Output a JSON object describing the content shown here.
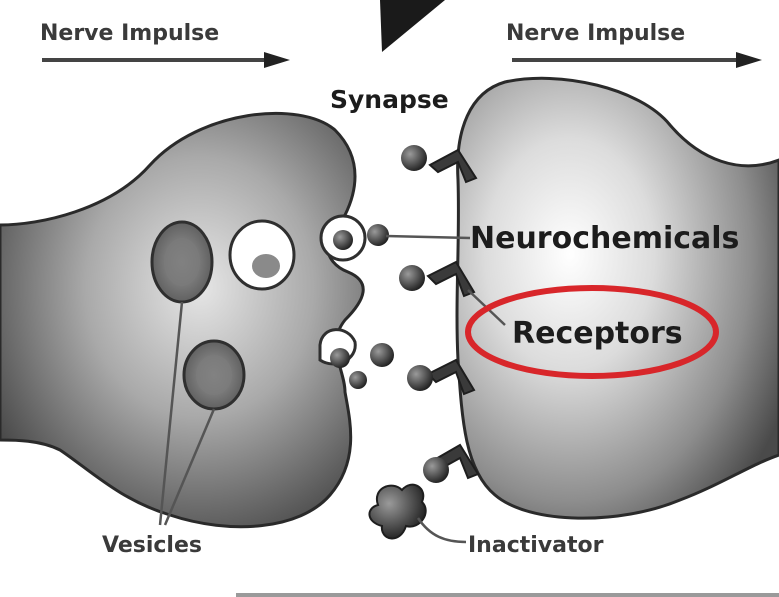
{
  "diagram": {
    "labels": {
      "nerve_impulse_left": "Nerve Impulse",
      "nerve_impulse_right": "Nerve Impulse",
      "synapse": "Synapse",
      "neurochemicals": "Neurochemicals",
      "receptors": "Receptors",
      "vesicles": "Vesicles",
      "inactivator": "Inactivator"
    },
    "highlight": {
      "target": "Receptors",
      "color": "#d8262a"
    }
  }
}
